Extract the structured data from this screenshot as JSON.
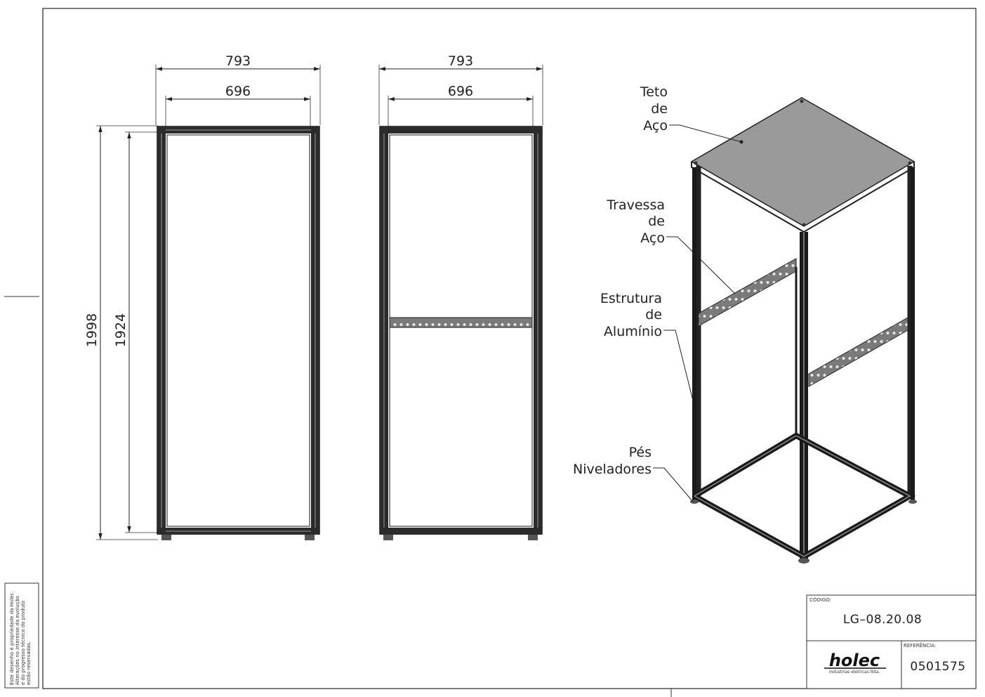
{
  "front_view": {
    "width_outer": "793",
    "width_inner": "696",
    "height_outer": "1998",
    "height_inner": "1924"
  },
  "side_view": {
    "width_outer": "793",
    "width_inner": "696"
  },
  "callouts": {
    "roof": [
      "Teto",
      "de",
      "Aço"
    ],
    "crossbar": [
      "Travessa",
      "de",
      "Aço"
    ],
    "structure": [
      "Estrutura",
      "de",
      "Alumínio"
    ],
    "feet": [
      "Pés",
      "Niveladores"
    ]
  },
  "title_block": {
    "code_label": "CÓDIGO:",
    "code_value": "LG–08.20.08",
    "ref_label": "REFERÊNCIA:",
    "ref_value": "0501575",
    "logo": "holec",
    "logo_sub": "industrias eletricas ltda."
  },
  "side_note": [
    "Este desenho é propriedade da Holec.",
    "Alterações no interesse da evolução",
    "e do progresso técnico do produto",
    "estão reservadas."
  ]
}
